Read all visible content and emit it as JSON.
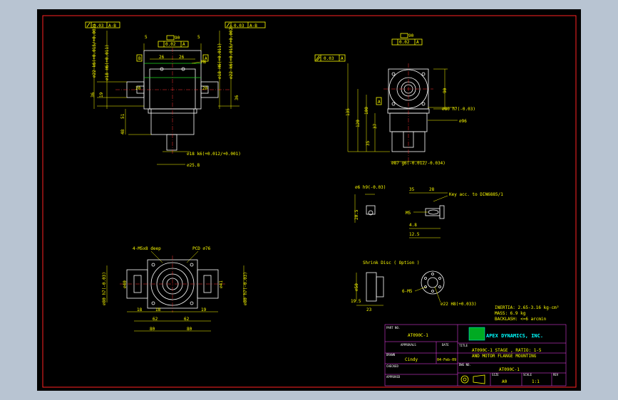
{
  "front_view": {
    "tol_left": "0.03",
    "tol_left_ref": "A-B",
    "tol_right": "0.03",
    "tol_right_ref": "A-B",
    "square": "90",
    "flatness": "0.02",
    "flat_ref": "A",
    "left_dims": [
      "⌀22 k6(+0.015/+0.002)",
      "⌀18 H6(+0.011)"
    ],
    "right_dims": [
      "⌀18 H6(+0.011)",
      "⌀22 k6(+0.015/+0.002)"
    ],
    "d5a": "5",
    "d5b": "5",
    "d26a": "26",
    "d26b": "26",
    "d19": "19",
    "d20a": "20",
    "d20b": "20",
    "d36": "36",
    "d36b": "36",
    "m6": "M6",
    "d51": "51",
    "d48": "48",
    "label_a": "A",
    "label_b": "B",
    "shaft_dim": "⌀18 k6(+0.012/+0.001)",
    "shaft_dim2": "⌀25.8"
  },
  "side_view": {
    "parallel": "0.03",
    "parallel_ref": "A",
    "square": "90",
    "flatness": "0.02",
    "flat_ref": "A",
    "sq90": "90",
    "h135": "135",
    "h120": "120",
    "h100": "100",
    "h37": "37",
    "h35": "35",
    "d80": "⌀80 h7(-0.03)",
    "d96": "⌀96",
    "d87": "⌀87 g6(-0.012/-0.034)",
    "label_a": "A"
  },
  "key_detail": {
    "d6h9": "⌀6 h9(-0.03)",
    "d20_5": "20.5",
    "k35": "35",
    "k28": "28",
    "key_note": "Key acc. to DIN6885/1",
    "m5": "M5",
    "k4_8": "4.8",
    "k12_5": "12.5"
  },
  "shrink_disc": {
    "title": "Shrink Disc ( Option )",
    "d50": "⌀50",
    "d19_5": "19.5",
    "d23": "23",
    "m5": "6-M5",
    "bore": "⌀22 H8(+0.033)"
  },
  "specs": {
    "inertia": "INERTIA: 2.65-3.16 kg-cm²",
    "mass": "MASS: 6.9 kg",
    "backlash": "BACKLASH: <=6 arcmin"
  },
  "bottom_view": {
    "pcd": "PCD ⌀76",
    "holes": "4-M5x8 deep",
    "left_dim": "⌀80 h7(-0.03)",
    "right_dim": "⌀80 h7(-0.03)",
    "d18a": "18",
    "d18b": "18",
    "d62a": "62",
    "d62b": "62",
    "d80a": "80",
    "d80b": "80",
    "d40": "⌀40",
    "d41": "⌀41",
    "d19": "19"
  },
  "title_block": {
    "part_no_label": "PART NO.",
    "part_no": "AT090C-1",
    "approvals": "APPROVALS",
    "date_label": "DATE",
    "drawn_label": "DRAWN",
    "drawn_by": "Cindy",
    "date": "04-Feb-09",
    "checked_label": "CHECKED",
    "approved_label": "APPROVED",
    "title_label": "TITLE",
    "title_line1": "AT090C-1 STAGE , RATIO: 1-5",
    "title_line2": "AND MOTOR FLANGE MOUNTING",
    "dwg_label": "DWG NO.",
    "dwg_no": "AT090C-1",
    "size_label": "SIZE",
    "size": "A0",
    "scale_label": "SCALE",
    "scale": "1:1",
    "rev_label": "REV",
    "company": "APEX DYNAMICS, INC."
  }
}
